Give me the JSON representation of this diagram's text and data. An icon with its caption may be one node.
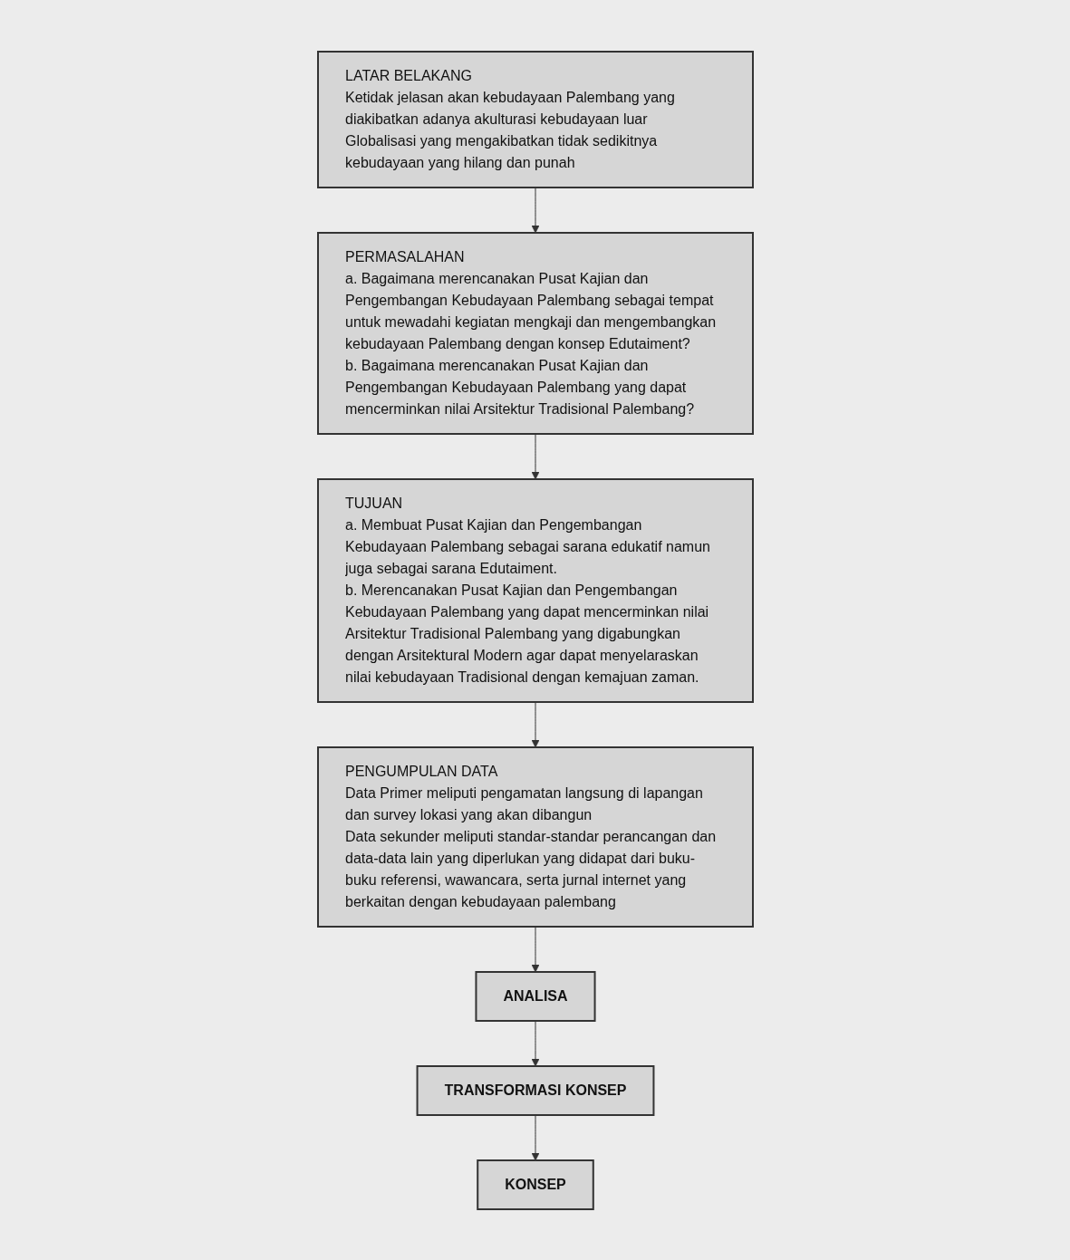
{
  "diagram": {
    "nodes": [
      {
        "text": [
          "LATAR BELAKANG",
          "Ketidak jelasan akan kebudayaan Palembang yang diakibatkan adanya akulturasi kebudayaan luar",
          "Globalisasi yang mengakibatkan tidak sedikitnya kebudayaan yang hilang dan punah"
        ]
      },
      {
        "text": [
          "TUJUAN",
          "a. Membuat Pusat Kajian dan Pengembangan Kebudayaan Palembang sebagai sarana edukatif namun juga sebagai sarana Edutaiment.",
          "b. Merencanakan Pusat Kajian dan Pengembangan Kebudayaan Palembang yang dapat mencerminkan nilai Arsitektur Tradisional Palembang yang digabungkan dengan Arsitektural Modern agar dapat menyelaraskan nilai kebudayaan Tradisional dengan kemajuan zaman."
        ]
      },
      {
        "text": [
          "PERMASALAHAN",
          "a. Bagaimana merencanakan Pusat Kajian dan Pengembangan Kebudayaan Palembang sebagai tempat untuk mewadahi kegiatan mengkaji dan mengembangkan kebudayaan Palembang dengan konsep Edutaiment?",
          "b. Bagaimana merencanakan Pusat Kajian dan Pengembangan Kebudayaan Palembang yang dapat mencerminkan nilai Arsitektur Tradisional Palembang?"
        ]
      },
      {
        "text": [
          "PENGUMPULAN DATA",
          "Data Primer meliputi pengamatan langsung di lapangan dan survey lokasi yang akan dibangun",
          "Data sekunder meliputi standar-standar perancangan dan data-data lain yang diperlukan yang didapat dari buku-buku referensi, wawancara, serta jurnal internet yang berkaitan dengan kebudayaan palembang"
        ]
      },
      {
        "text": [
          "ANALISA"
        ]
      },
      {
        "text": [
          "TRANSFORMASI KONSEP"
        ]
      },
      {
        "text": [
          "KONSEP"
        ]
      }
    ],
    "edges": [
      {
        "from": 0,
        "to": 2,
        "arrow": "to"
      },
      {
        "from": 2,
        "to": 1,
        "arrow": "to"
      },
      {
        "from": 1,
        "to": 3,
        "arrow": "to"
      },
      {
        "from": 3,
        "to": 4,
        "arrow": "to"
      },
      {
        "from": 4,
        "to": 5,
        "arrow": "to"
      },
      {
        "from": 5,
        "to": 6,
        "arrow": "to"
      }
    ]
  }
}
